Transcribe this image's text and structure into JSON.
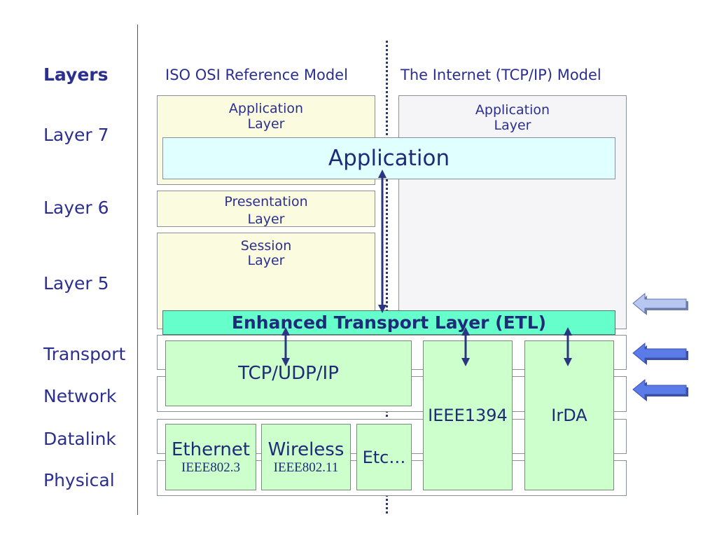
{
  "side_labels": {
    "title": "Layers",
    "layer7": "Layer 7",
    "layer6": "Layer 6",
    "layer5": "Layer 5",
    "transport": "Transport",
    "network": "Network",
    "datalink": "Datalink",
    "physical": "Physical"
  },
  "columns": {
    "osi_title": "ISO OSI Reference Model",
    "inet_title": "The Internet (TCP/IP) Model"
  },
  "osi": {
    "application": [
      "Application",
      "Layer"
    ],
    "presentation": [
      "Presentation",
      "Layer"
    ],
    "session": [
      "Session",
      "Layer"
    ]
  },
  "internet": {
    "application": [
      "Application",
      "Layer"
    ]
  },
  "blocks": {
    "application": "Application",
    "etl": "Enhanced Transport Layer (ETL)",
    "tcpip": "TCP/UDP/IP",
    "ieee1394": "IEEE1394",
    "irda": "IrDA",
    "ethernet": "Ethernet",
    "ethernet_std": "IEEE802.3",
    "wireless": "Wireless",
    "wireless_std": "IEEE802.11",
    "etc": "Etc…"
  },
  "colors": {
    "text": "#2b2f8f",
    "arrow_light": "#b7c7f0",
    "arrow_dark": "#5b7be8",
    "etl": "#66ffcc",
    "green": "#ccffcc",
    "osi_bg": "#fbfbe0"
  }
}
